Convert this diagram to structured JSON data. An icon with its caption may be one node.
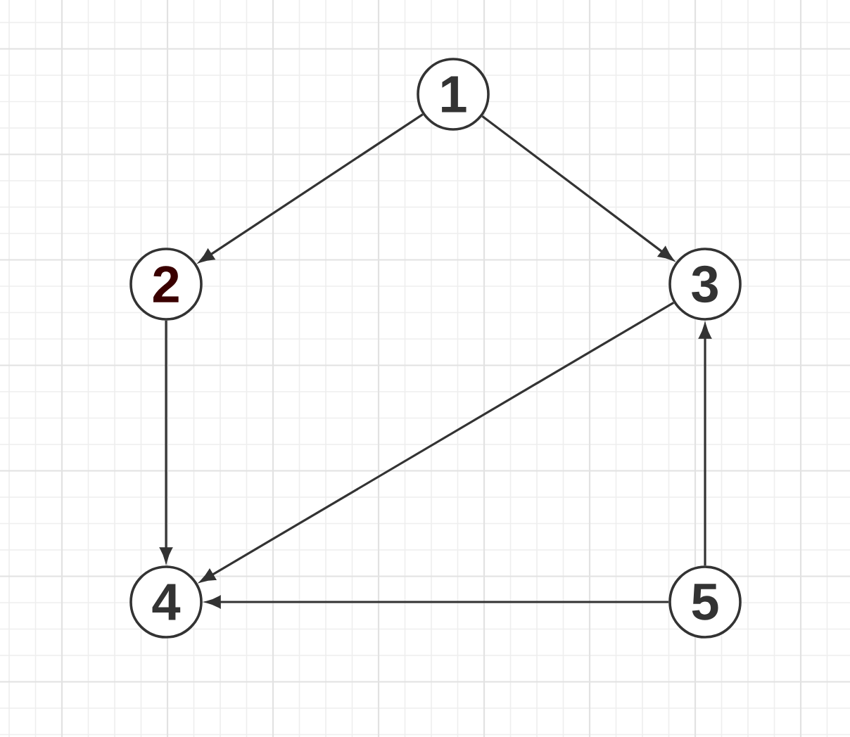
{
  "diagram": {
    "nodes": [
      {
        "text": [
          "1"
        ]
      },
      {
        "text": [
          "2"
        ]
      },
      {
        "text": [
          "3"
        ]
      },
      {
        "text": [
          "4"
        ]
      },
      {
        "text": [
          "5"
        ]
      }
    ],
    "edges": [
      {
        "from": 0,
        "to": 1,
        "arrow": "to"
      },
      {
        "from": 0,
        "to": 2,
        "arrow": "to"
      },
      {
        "from": 1,
        "to": 3,
        "arrow": "to"
      },
      {
        "from": 2,
        "to": 3,
        "arrow": "to"
      },
      {
        "from": 4,
        "to": 3,
        "arrow": "to"
      },
      {
        "from": 4,
        "to": 2,
        "arrow": "to"
      }
    ]
  }
}
